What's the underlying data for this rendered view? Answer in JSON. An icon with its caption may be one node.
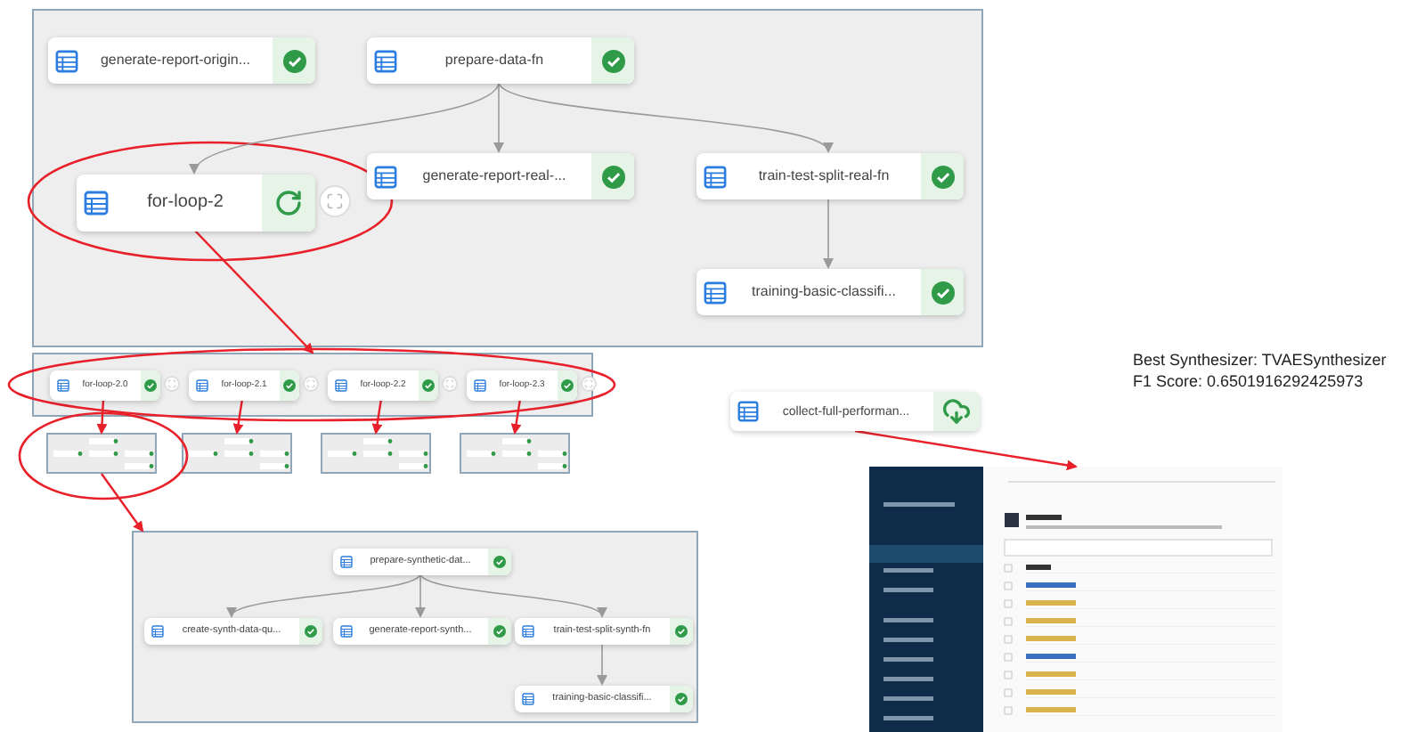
{
  "diagram": {
    "nodes": [
      {
        "text": [],
        "shape": "box"
      },
      {
        "text": [
          "generate-report-origin..."
        ],
        "in": 0
      },
      {
        "text": [
          "prepare-data-fn"
        ],
        "in": 0
      },
      {
        "text": [
          "for-loop-2"
        ],
        "in": 0
      },
      {
        "text": [
          "generate-report-real-..."
        ],
        "in": 0
      },
      {
        "text": [
          "train-test-split-real-fn"
        ],
        "in": 0
      },
      {
        "text": [
          "training-basic-classifi..."
        ],
        "in": 0
      },
      {
        "text": [],
        "shape": "box"
      },
      {
        "text": [
          "for-loop-2.0"
        ],
        "in": 7
      },
      {
        "text": [
          "for-loop-2.1"
        ],
        "in": 7
      },
      {
        "text": [
          "for-loop-2.2"
        ],
        "in": 7
      },
      {
        "text": [
          "for-loop-2.3"
        ],
        "in": 7
      },
      {
        "text": [],
        "shape": "picture"
      },
      {
        "text": [],
        "shape": "picture"
      },
      {
        "text": [],
        "shape": "picture"
      },
      {
        "text": [],
        "shape": "picture"
      },
      {
        "text": [],
        "shape": "box"
      },
      {
        "text": [
          "prepare-synthetic-dat..."
        ],
        "in": 16
      },
      {
        "text": [
          "create-synth-data-qu..."
        ],
        "in": 16
      },
      {
        "text": [
          "generate-report-synth..."
        ],
        "in": 16
      },
      {
        "text": [
          "train-test-split-synth-fn"
        ],
        "in": 16
      },
      {
        "text": [
          "training-basic-classifi..."
        ],
        "in": 16
      },
      {
        "text": [
          "collect-full-performan..."
        ]
      },
      {
        "text": [],
        "shape": "picture"
      }
    ],
    "edges": [
      {
        "from": 2,
        "to": 3,
        "arrow": "to"
      },
      {
        "from": 2,
        "to": 4,
        "arrow": "to"
      },
      {
        "from": 2,
        "to": 5,
        "arrow": "to"
      },
      {
        "from": 5,
        "to": 6,
        "arrow": "to"
      },
      {
        "from": 3,
        "to": 7,
        "arrow": "to",
        "color": "#e8202a"
      },
      {
        "from": 8,
        "to": 12,
        "arrow": "to",
        "color": "#e8202a"
      },
      {
        "from": 9,
        "to": 13,
        "arrow": "to",
        "color": "#e8202a"
      },
      {
        "from": 10,
        "to": 14,
        "arrow": "to",
        "color": "#e8202a"
      },
      {
        "from": 11,
        "to": 15,
        "arrow": "to",
        "color": "#e8202a"
      },
      {
        "from": 12,
        "to": 16,
        "arrow": "to",
        "color": "#e8202a"
      },
      {
        "from": 17,
        "to": 18,
        "arrow": "to"
      },
      {
        "from": 17,
        "to": 19,
        "arrow": "to"
      },
      {
        "from": 17,
        "to": 20,
        "arrow": "to"
      },
      {
        "from": 20,
        "to": 21,
        "arrow": "to"
      },
      {
        "from": 22,
        "to": 23,
        "arrow": "to",
        "color": "#e8202a"
      }
    ],
    "labels": [
      "Best Synthesizer: TVAESynthesizer",
      "F1 Score: 0.6501916292425973"
    ]
  }
}
